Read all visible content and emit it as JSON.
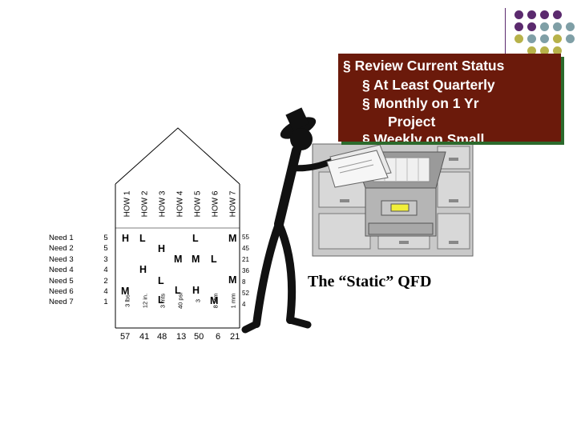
{
  "slide": {
    "caption": "The “Static” QFD",
    "bullets": [
      {
        "marker": "§",
        "text": "Review Current Status"
      },
      {
        "marker": "§",
        "text": "At Least Quarterly"
      },
      {
        "marker": "§",
        "text": "Monthly on 1 Yr"
      },
      {
        "marker": "",
        "text": "Project"
      },
      {
        "marker": "§",
        "text": "Weekly on Small"
      }
    ]
  },
  "qfd": {
    "needs": [
      "Need 1",
      "Need 2",
      "Need 3",
      "Need 4",
      "Need 5",
      "Need 6",
      "Need 7"
    ],
    "weights": [
      "5",
      "5",
      "3",
      "4",
      "2",
      "4",
      "1"
    ],
    "hows": [
      "HOW 1",
      "HOW 2",
      "HOW 3",
      "HOW 4",
      "HOW 5",
      "HOW 6",
      "HOW 7"
    ],
    "relationships": [
      "H",
      "L",
      "L",
      "M",
      "H",
      "M",
      "M",
      "L",
      "H",
      "M",
      "L",
      "M",
      "L",
      "H",
      "L",
      "M"
    ],
    "row_scores": [
      "55",
      "45",
      "21",
      "36",
      "8",
      "52",
      "4"
    ],
    "targets": [
      "3 lbs",
      "12 in.",
      "3 mts",
      "40 psi",
      "3",
      "8 atm",
      "1 mm"
    ],
    "importance": [
      "57",
      "41",
      "48",
      "13",
      "50",
      "6",
      "21"
    ]
  },
  "colors": {
    "callout_bg": "#6b1a0b",
    "callout_shadow": "#2c6a2c",
    "dot_purple": "#5b2a6e",
    "dot_teal": "#7f9fa6",
    "dot_olive": "#b7b24a"
  },
  "icons": [
    "stick-figure-icon",
    "filing-cabinet-icon",
    "document-icon"
  ]
}
